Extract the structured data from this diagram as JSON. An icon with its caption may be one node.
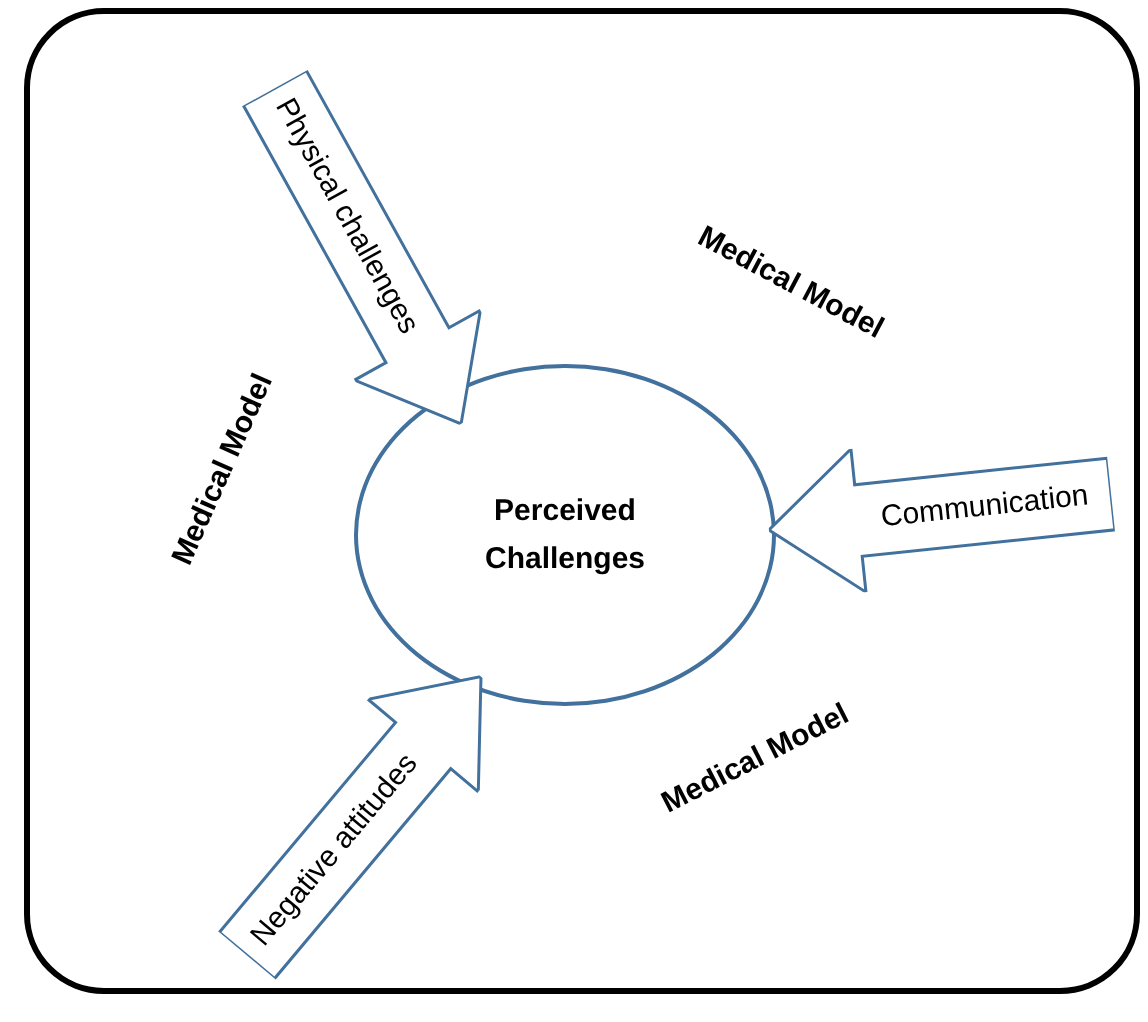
{
  "diagram": {
    "nodes": [
      {
        "text": [
          "Perceived Challenges"
        ]
      },
      {
        "text": [
          "Physical challenges"
        ]
      },
      {
        "text": [
          "Communication"
        ]
      },
      {
        "text": [
          "Negative attitudes"
        ]
      }
    ],
    "labels": [
      "Medical Model",
      "Medical Model",
      "Medical Model"
    ]
  }
}
